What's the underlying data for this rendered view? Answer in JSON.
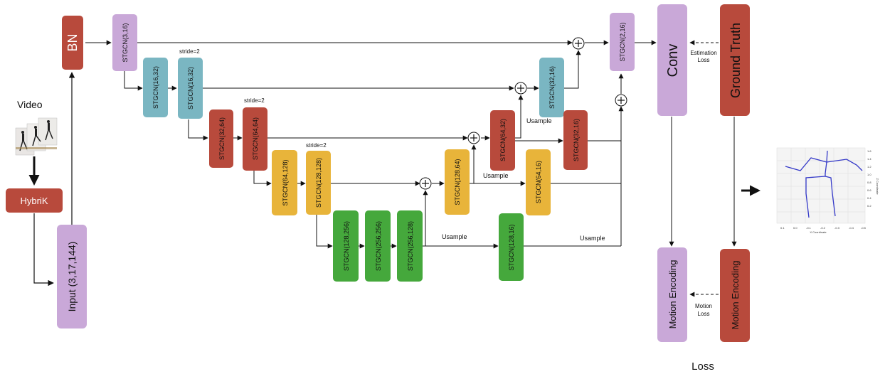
{
  "input": {
    "video_label": "Video",
    "hybrik_label": "HybriK",
    "input_label": "Input  (3,17,144)"
  },
  "blocks": {
    "bn": "BN",
    "s_3_16": "STGCN(3,16)",
    "s_16_32": "STGCN(16,32)",
    "s_16_32b": "STGCN(16,32)",
    "s_32_64": "STGCN(32,64)",
    "s_64_64": "STGCN(64,64)",
    "s_64_128": "STGCN(64,128)",
    "s_128_128": "STGCN(128,128)",
    "s_128_256": "STGCN(128,256)",
    "s_256_256": "STGCN(256,256)",
    "s_256_128": "STGCN(256,128)",
    "s_128_16": "STGCN(128,16)",
    "s_128_64": "STGCN(128,64)",
    "s_64_16": "STGCN(64,16)",
    "s_64_32": "STGCN(64,32)",
    "s_32_16a": "STGCN(32,16)",
    "s_32_16b": "STGCN(32,16)",
    "s_2_16": "STGCN(2,16)",
    "conv": "Conv",
    "ground_truth": "Ground Truth",
    "motion_enc_a": "Motion Encoding",
    "motion_enc_b": "Motion Encoding"
  },
  "annotations": {
    "stride1": "stride=2",
    "stride2": "stride=2",
    "stride3": "stride=2",
    "usample1": "Usample",
    "usample2": "Usample",
    "usample3": "Usample",
    "usample4": "Usample",
    "estimation_loss_1": "Estimation",
    "estimation_loss_2": "Loss",
    "motion_loss_1": "Motion",
    "motion_loss_2": "Loss",
    "loss_footer": "Loss"
  },
  "pose_plot": {
    "x_axis_label": "X Coordinate",
    "z_axis_label": "Z Coordinate",
    "x_ticks": [
      "0.1",
      "0.0",
      "-0.1",
      "-0.2",
      "-0.3",
      "-0.4",
      "-0.5"
    ],
    "z_ticks": [
      "1.6",
      "1.4",
      "1.2",
      "1.0",
      "0.8",
      "0.6",
      "0.4",
      "0.2"
    ]
  },
  "colors": {
    "purple": "#c9a8d8",
    "red": "#b84a3c",
    "teal": "#7ab6c2",
    "yellow": "#e8b43a",
    "green": "#45a83c",
    "skeleton": "#3338c8"
  }
}
